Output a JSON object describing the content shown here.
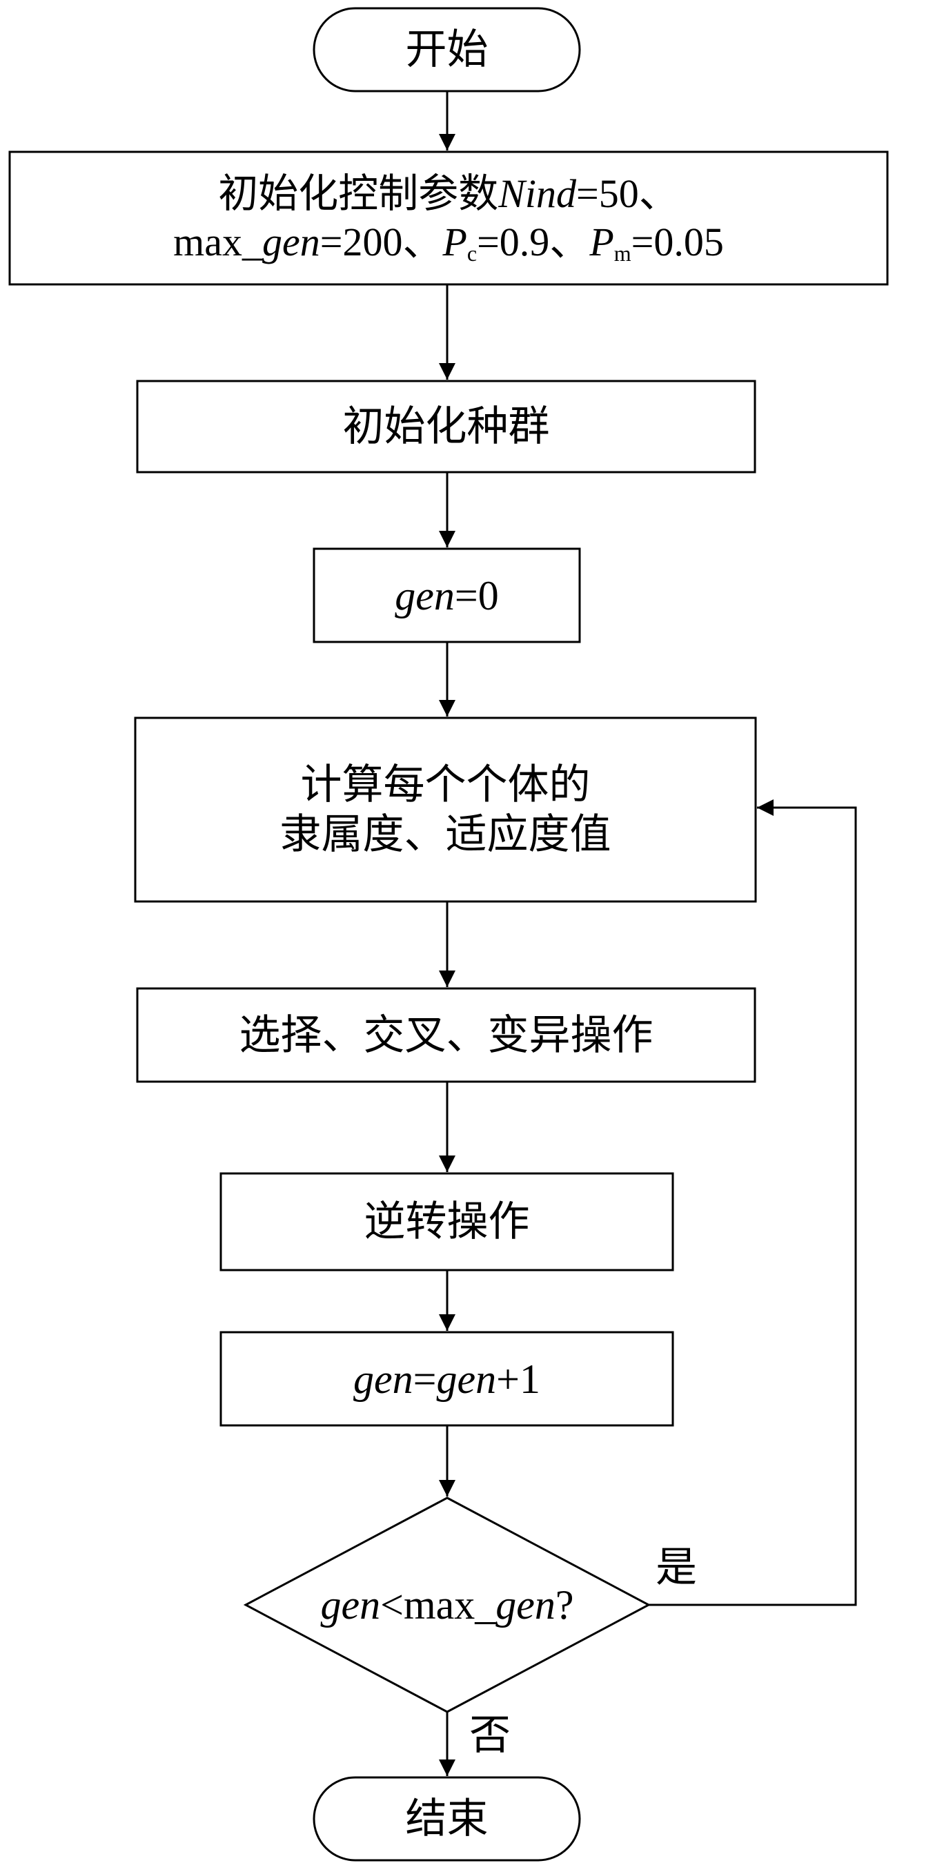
{
  "flowchart": {
    "start": "开始",
    "init_params": {
      "prefix": "初始化控制参数",
      "nind_var": "Nind",
      "nind_value": "=50、",
      "maxgen_prefix": "max",
      "maxgen_under": "_",
      "maxgen_var": "gen",
      "maxgen_value": "=200、",
      "pc_var": "P",
      "pc_sub": "c",
      "pc_value": "=0.9、",
      "pm_var": "P",
      "pm_sub": "m",
      "pm_value": "=0.05"
    },
    "init_population": "初始化种群",
    "gen_zero": {
      "var": "gen",
      "value": "=0"
    },
    "compute": {
      "line1": "计算每个个体的",
      "line2": "隶属度、适应度值"
    },
    "genetic_ops": "选择、交叉、变异操作",
    "reverse_op": "逆转操作",
    "gen_increment": {
      "var1": "gen",
      "eq": "=",
      "var2": "gen",
      "plus": "+1"
    },
    "decision": {
      "var": "gen",
      "lt": "<max",
      "under": "_",
      "var2": "gen",
      "q": "?"
    },
    "yes": "是",
    "no": "否",
    "end": "结束"
  }
}
